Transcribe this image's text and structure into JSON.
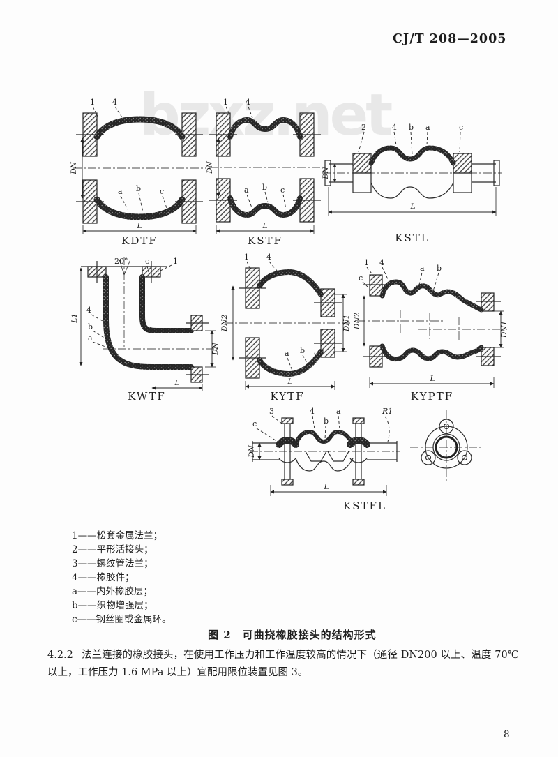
{
  "header": {
    "standard_code": "CJ/T 208—2005"
  },
  "watermark": {
    "text": "bzxz.net"
  },
  "figure": {
    "caption": "图 2　可曲挠橡胶接头的结构形式",
    "diagrams": {
      "kdtf": {
        "caption": "KDTF",
        "labels": {
          "n1": "1",
          "n4": "4",
          "a": "a",
          "b": "b",
          "c": "c",
          "dn": "DN",
          "l": "L"
        }
      },
      "kstf": {
        "caption": "KSTF",
        "labels": {
          "n1": "1",
          "n4": "4",
          "a": "a",
          "b": "b",
          "c": "c",
          "dn": "DN",
          "l": "L"
        }
      },
      "kstl": {
        "caption": "KSTL",
        "labels": {
          "n2": "2",
          "n4": "4",
          "b": "b",
          "a": "a",
          "c": "c",
          "dn": "DN",
          "l": "L"
        }
      },
      "kwtf": {
        "caption": "KWTF",
        "labels": {
          "angle": "20°",
          "c": "c",
          "n1": "1",
          "n4": "4",
          "b": "b",
          "a": "a",
          "dn": "DN",
          "l": "L",
          "l1": "L1"
        }
      },
      "kytf": {
        "caption": "KYTF",
        "labels": {
          "n1": "1",
          "n4": "4",
          "a": "a",
          "b": "b",
          "c": "c",
          "dn2": "DN2",
          "dn1": "DN1",
          "l": "L"
        }
      },
      "kyptf": {
        "caption": "KYPTF",
        "labels": {
          "n1": "1",
          "n4": "4",
          "c": "c",
          "a": "a",
          "b": "b",
          "dn2": "DN2",
          "dn1": "DN1",
          "l": "L"
        }
      },
      "kstfl": {
        "caption": "KSTFL",
        "labels": {
          "n3": "3",
          "c": "c",
          "n4": "4",
          "b": "b",
          "a": "a",
          "r1": "R1",
          "dn": "DN",
          "l": "L"
        }
      }
    },
    "legend": [
      "1——松套金属法兰；",
      "2——平形活接头；",
      "3——螺纹管法兰；",
      "4——橡胶件；",
      "a——内外橡胶层；",
      "b——织物增强层；",
      "c——钢丝圈或金属环。"
    ]
  },
  "body_text": {
    "clause": "4.2.2",
    "text": "法兰连接的橡胶接头，在使用工作压力和工作温度较高的情况下（通径 DN200 以上、温度 70℃ 以上，工作压力 1.6 MPa 以上）宜配用限位装置见图 3。"
  },
  "page": {
    "number": "8"
  }
}
